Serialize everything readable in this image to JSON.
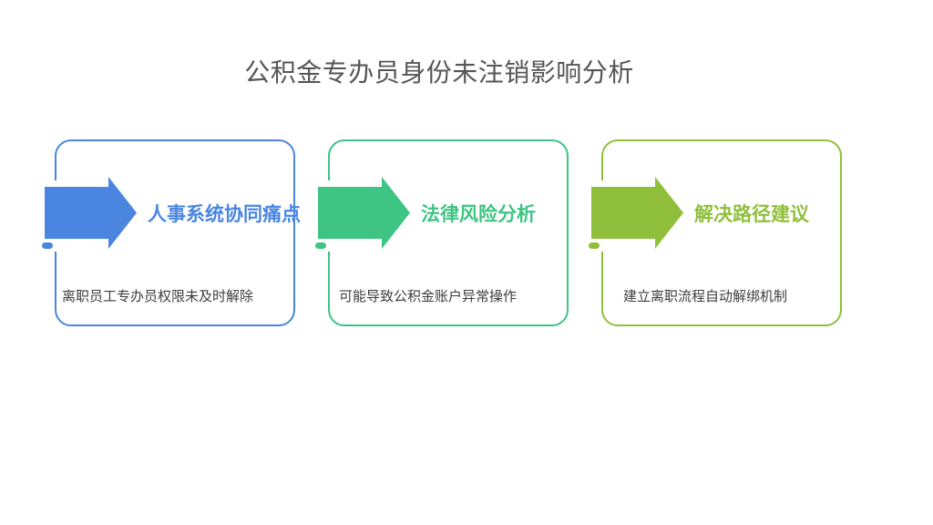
{
  "slide": {
    "title": "公积金专办员身份未注销影响分析",
    "title_color": "#565656",
    "background_color": "#ffffff"
  },
  "cards": [
    {
      "heading": "人事系统协同痛点",
      "description": "离职员工专办员权限未及时解除",
      "accent_color": "#4a85e0",
      "icon": "right-arrow-icon"
    },
    {
      "heading": "法律风险分析",
      "description": "可能导致公积金账户异常操作",
      "accent_color": "#3ec483",
      "icon": "right-arrow-icon"
    },
    {
      "heading": "解决路径建议",
      "description": "建立离职流程自动解绑机制",
      "accent_color": "#90bf3b",
      "icon": "right-arrow-icon"
    }
  ]
}
